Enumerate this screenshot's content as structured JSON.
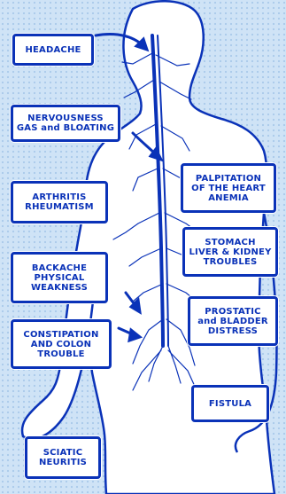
{
  "labels": {
    "headache": "HEADACHE",
    "nervousness": "NERVOUSNESS\nGAS and BLOATING",
    "arthritis": "ARTHRITIS\nRHEUMATISM",
    "backache": "BACKACHE\nPHYSICAL\nWEAKNESS",
    "constipation": "CONSTIPATION\nAND COLON\nTROUBLE",
    "sciatic": "SCIATIC\nNEURITIS",
    "palpitation": "PALPITATION\nOF THE HEART\nANEMIA",
    "stomach": "STOMACH\nLIVER & KIDNEY\nTROUBLES",
    "prostatic": "PROSTATIC\nand BLADDER\nDISTRESS",
    "fistula": "FISTULA"
  },
  "colors": {
    "ink": "#0a32b8",
    "background": "#cfe3f6",
    "box_fill": "#ffffff"
  }
}
